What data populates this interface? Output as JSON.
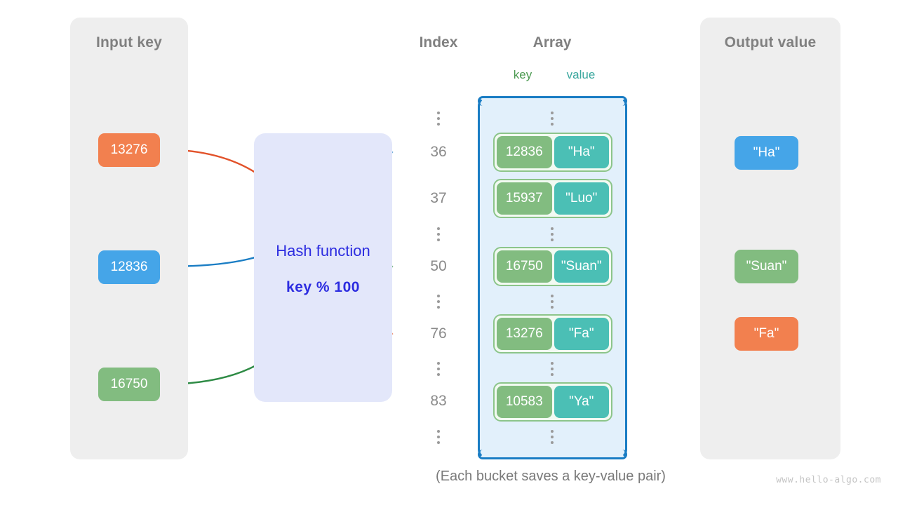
{
  "diagram": {
    "caption": "(Each bucket saves a key-value pair)",
    "watermark": "www.hello-algo.com"
  },
  "panels": {
    "input": {
      "title": "Input key"
    },
    "output": {
      "title": "Output value"
    }
  },
  "columns": {
    "index_title": "Index",
    "array_title": "Array",
    "key_subhead": "key",
    "value_subhead": "value"
  },
  "hash_function": {
    "name": "Hash function",
    "expression": "key % 100"
  },
  "input_keys": [
    {
      "label": "13276",
      "color": "#f2804f"
    },
    {
      "label": "12836",
      "color": "#45a5e8"
    },
    {
      "label": "16750",
      "color": "#82bc80"
    }
  ],
  "output_values": [
    {
      "label": "\"Ha\"",
      "color": "#45a5e8"
    },
    {
      "label": "\"Suan\"",
      "color": "#82bc80"
    },
    {
      "label": "\"Fa\"",
      "color": "#f2804f"
    }
  ],
  "index_column": [
    {
      "type": "dots"
    },
    {
      "type": "label",
      "text": "36"
    },
    {
      "type": "label",
      "text": "37"
    },
    {
      "type": "dots"
    },
    {
      "type": "label",
      "text": "50"
    },
    {
      "type": "dots"
    },
    {
      "type": "label",
      "text": "76"
    },
    {
      "type": "dots"
    },
    {
      "type": "label",
      "text": "83"
    },
    {
      "type": "dots"
    }
  ],
  "buckets": [
    {
      "key": "12836",
      "value": "\"Ha\"",
      "index": "36"
    },
    {
      "key": "15937",
      "value": "\"Luo\"",
      "index": "37"
    },
    {
      "key": "16750",
      "value": "\"Suan\"",
      "index": "50"
    },
    {
      "key": "13276",
      "value": "\"Fa\"",
      "index": "76"
    },
    {
      "key": "10583",
      "value": "\"Ya\"",
      "index": "83"
    }
  ],
  "colors": {
    "orange": "#f2804f",
    "blue": "#45a5e8",
    "green": "#82bc80",
    "teal": "#4bbfb5",
    "arrow_blue": "#1a7dc4",
    "arrow_green": "#2e8b45",
    "arrow_orange": "#e2522a",
    "hash_text": "#2c2ce0",
    "panel_bg": "#eeeeee",
    "array_bg": "#e2f0fb",
    "hash_bg": "#e3e7fa"
  }
}
